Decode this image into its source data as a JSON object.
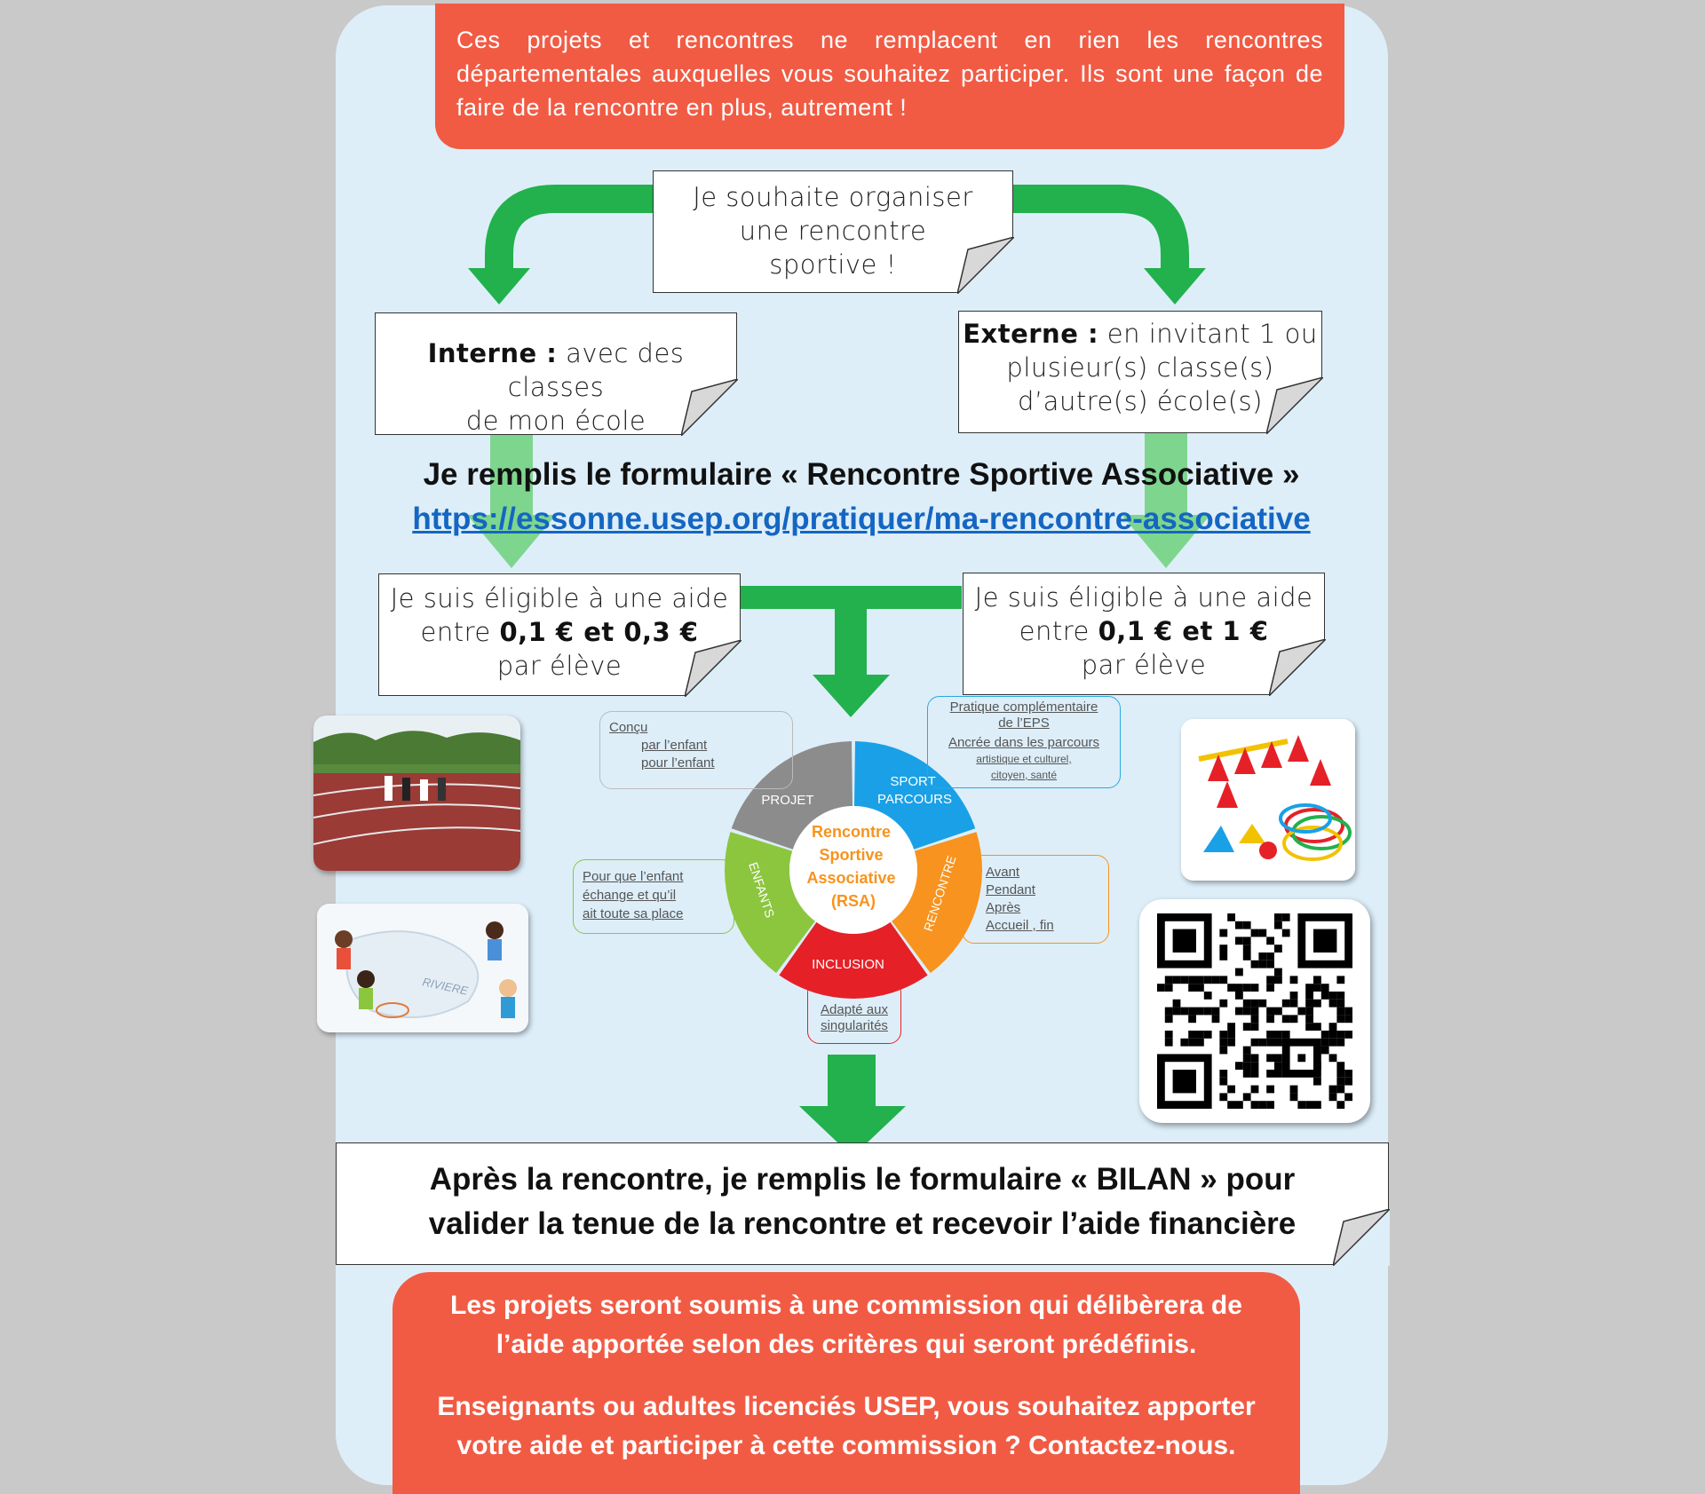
{
  "top_banner": "Ces projets et rencontres ne remplacent en rien les rencontres départementales auxquelles vous souhaitez participer. Ils sont une façon de faire de la rencontre en plus, autrement !",
  "start_note": [
    "Je souhaite organiser",
    "une rencontre",
    "sportive !"
  ],
  "interne": {
    "label": "Interne :",
    "text1": " avec des classes",
    "text2": "de mon école"
  },
  "externe": {
    "label": "Externe :",
    "text1": " en invitant 1 ou",
    "text2": "plusieur(s) classe(s)",
    "text3": "d’autre(s) école(s)"
  },
  "form": {
    "title": "Je remplis le formulaire « Rencontre Sportive Associative »",
    "link": "https://essonne.usep.org/pratiquer/ma-rencontre-associative"
  },
  "aide_interne": {
    "line1": "Je suis éligible à une aide",
    "pre": "entre ",
    "amount": "0,1 € et 0,3 €",
    "line3": "par élève"
  },
  "aide_externe": {
    "line1": "Je suis éligible à une aide",
    "pre": "entre ",
    "amount": "0,1 € et 1 €",
    "line3": "par élève"
  },
  "wheel": {
    "center": [
      "Rencontre",
      "Sportive",
      "Associative",
      "(RSA)"
    ],
    "segments": [
      {
        "label": "PROJET",
        "color": "#8c8c8c"
      },
      {
        "label1": "SPORT",
        "label2": "PARCOURS",
        "color": "#1aa0e6"
      },
      {
        "label": "RENCONTRE",
        "color": "#f7931e"
      },
      {
        "label": "INCLUSION",
        "color": "#e52127"
      },
      {
        "label": "ENFANTS",
        "color": "#8cc63f"
      }
    ]
  },
  "callouts": {
    "concu": {
      "title": "Conçu",
      "items": [
        "par l’enfant",
        "pour l’enfant"
      ]
    },
    "pratique": [
      "Pratique complémentaire",
      "de l’EPS",
      "Ancrée dans les parcours",
      "artistique et culturel,",
      "citoyen, santé"
    ],
    "enfant": [
      "Pour que l’enfant",
      "échange et qu’il",
      "ait toute sa place"
    ],
    "rencontre": [
      "Avant",
      "Pendant",
      "Après",
      "Accueil , fin"
    ],
    "inclusion": [
      "Adapté aux",
      "singularités"
    ]
  },
  "photo_labels": {
    "riviere": "RIVIERE"
  },
  "bilan": [
    "Après la rencontre, je remplis le formulaire « BILAN » pour",
    "valider la tenue de la rencontre et recevoir l’aide financière"
  ],
  "bottom_banner": {
    "p1": [
      "Les projets seront soumis à une commission qui délibèrera de",
      "l’aide apportée selon des critères qui seront prédéfinis."
    ],
    "p2": [
      "Enseignants ou adultes licenciés USEP, vous souhaitez apporter",
      "votre aide et participer à cette commission ? Contactez-nous."
    ]
  },
  "colors": {
    "banner": "#f15b44",
    "panel": "#ddeef9",
    "arrow": "#22b14c",
    "arrow_light": "#7ed68e",
    "link": "#1466c2"
  }
}
